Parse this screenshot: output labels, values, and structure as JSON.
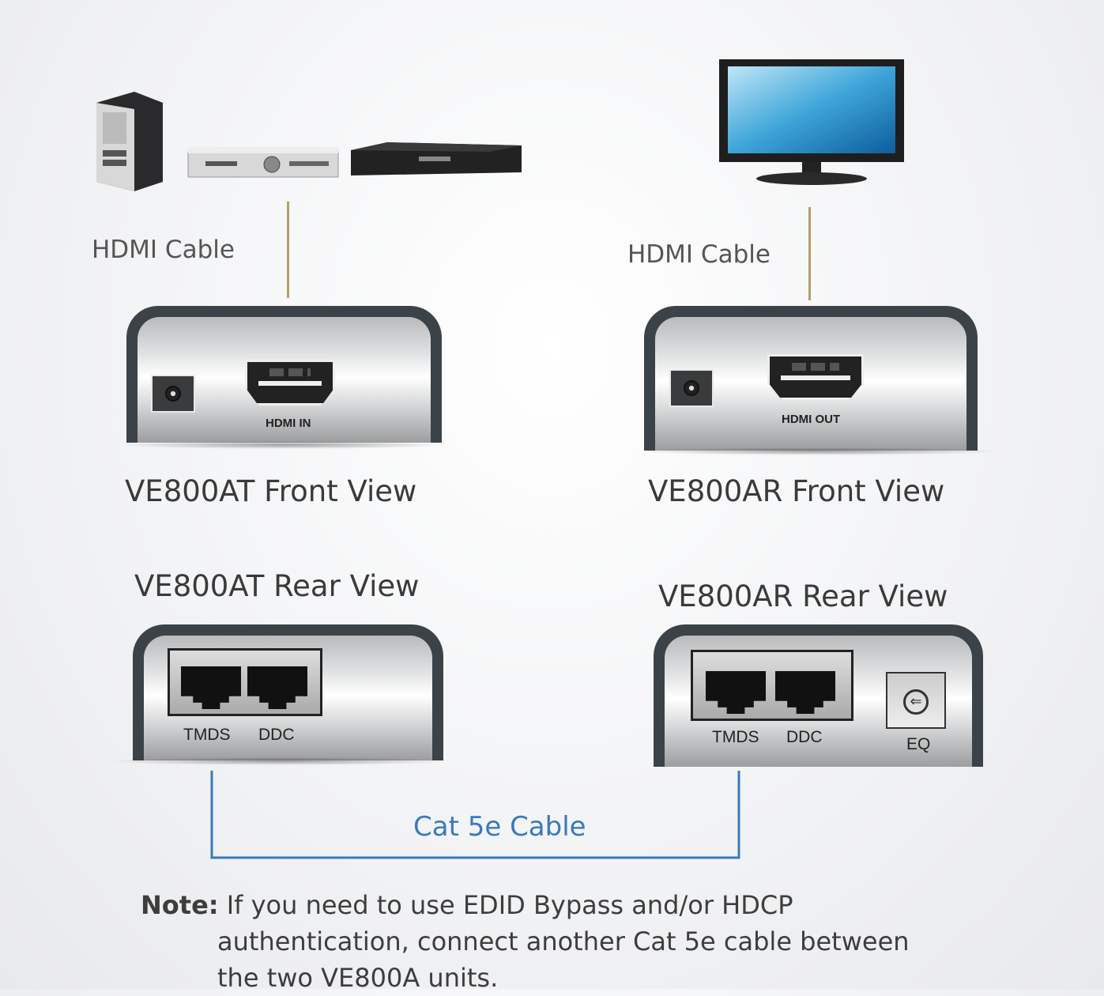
{
  "source_devices": {
    "icons": [
      "pc-tower-icon",
      "av-receiver-icon",
      "dvd-player-icon"
    ]
  },
  "display_device": {
    "icon": "tv-monitor-icon"
  },
  "left_cable_label": "HDMI Cable",
  "right_cable_label": "HDMI Cable",
  "transmitter_front": {
    "title": "VE800AT Front View",
    "port_label": "HDMI IN"
  },
  "receiver_front": {
    "title": "VE800AR Front View",
    "port_label": "HDMI OUT"
  },
  "transmitter_rear": {
    "title": "VE800AT Rear View",
    "ports": [
      "TMDS",
      "DDC"
    ]
  },
  "receiver_rear": {
    "title": "VE800AR Rear View",
    "ports": [
      "TMDS",
      "DDC"
    ],
    "eq_label": "EQ"
  },
  "cat5_cable_label": "Cat 5e Cable",
  "colors": {
    "hdmi_cable": "#b49e6a",
    "cat5_cable": "#3a7ab8",
    "cat5_label": "#3a7ab8"
  },
  "note": {
    "prefix": "Note:",
    "line1": "If you need to use EDID Bypass and/or HDCP",
    "line2": "authentication, connect another Cat 5e cable between",
    "line3": "the two VE800A units."
  }
}
